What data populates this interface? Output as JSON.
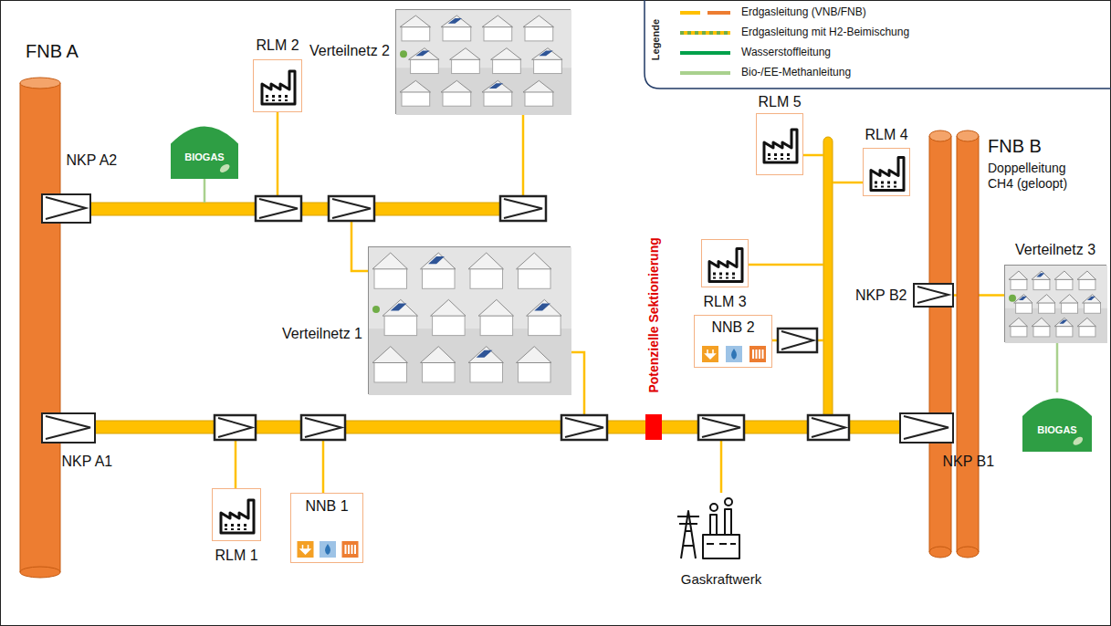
{
  "diagram": {
    "nodes": [
      {
        "text": [
          "FNB A"
        ]
      },
      {
        "text": [
          "NKP A2"
        ]
      },
      {
        "text": [
          "BIOGAS"
        ]
      },
      {
        "text": [
          "RLM 2"
        ]
      },
      {
        "text": [
          "Verteilnetz 2"
        ]
      },
      {
        "text": [
          "RLM 5"
        ]
      },
      {
        "text": [
          "FNB B",
          "Doppelleitung CH4 (geloopt)"
        ]
      },
      {
        "text": [
          "RLM 4"
        ]
      },
      {
        "text": [
          "RLM 3"
        ]
      },
      {
        "text": [
          "NKP B2"
        ]
      },
      {
        "text": [
          "Verteilnetz 3"
        ]
      },
      {
        "text": [
          "Verteilnetz 1"
        ]
      },
      {
        "text": [
          "NNB 2"
        ]
      },
      {
        "text": [
          "BIOGAS"
        ]
      },
      {
        "text": [
          "NKP A1"
        ]
      },
      {
        "text": [
          "NKP B1"
        ]
      },
      {
        "text": [
          "RLM 1"
        ]
      },
      {
        "text": [
          "NNB 1"
        ]
      },
      {
        "text": [
          "Gaskraftwerk"
        ]
      }
    ],
    "edges": [
      {
        "from": 9,
        "to": 10,
        "arrow": "none"
      },
      {
        "from": 10,
        "to": 13,
        "arrow": "none"
      }
    ],
    "labels": [
      "Potenzielle Sektionierung",
      "Legende"
    ],
    "legend": [
      {
        "text": "Erdgasleitung (VNB/FNB)"
      },
      {
        "text": "Erdgasleitung mit H2-Beimischung"
      },
      {
        "text": "Wasserstoffleitung"
      },
      {
        "text": "Bio-/EE-Methanleitung"
      }
    ]
  }
}
